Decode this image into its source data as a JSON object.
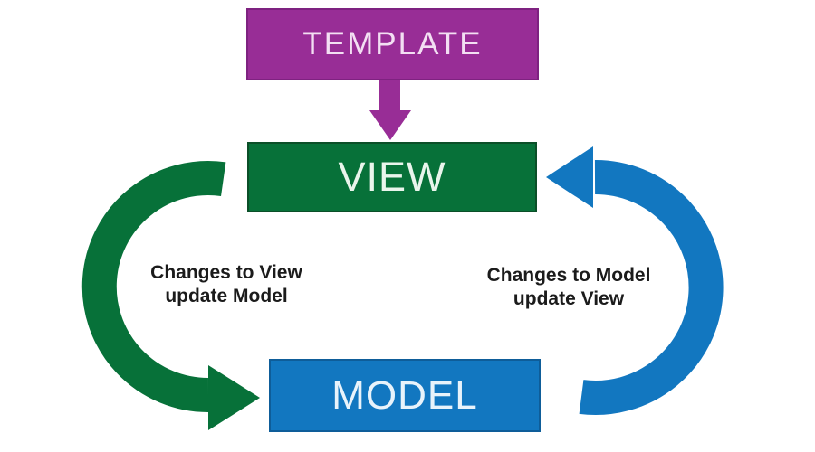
{
  "diagram": {
    "boxes": {
      "template": {
        "label": "TEMPLATE"
      },
      "view": {
        "label": "VIEW"
      },
      "model": {
        "label": "MODEL"
      }
    },
    "captions": {
      "left": {
        "line1": "Changes to View",
        "line2": "update Model"
      },
      "right": {
        "line1": "Changes to Model",
        "line2": "update View"
      }
    },
    "arrows": {
      "template_to_view": {
        "name": "template-to-view-arrow",
        "direction": "down"
      },
      "view_to_model": {
        "name": "view-to-model-curved-arrow",
        "direction": "counterclockwise-left"
      },
      "model_to_view": {
        "name": "model-to-view-curved-arrow",
        "direction": "counterclockwise-right"
      }
    },
    "colors": {
      "background": "#ffffff",
      "purple": "#982d96",
      "purple_border": "#7e2280",
      "purple_text": "#f3dff3",
      "green": "#077139",
      "green_border": "#0b4f28",
      "green_text": "#e9f5ec",
      "blue": "#1277c0",
      "blue_border": "#0e5d99",
      "blue_text": "#e8f3fb",
      "caption_text": "#1b1b1b"
    }
  }
}
